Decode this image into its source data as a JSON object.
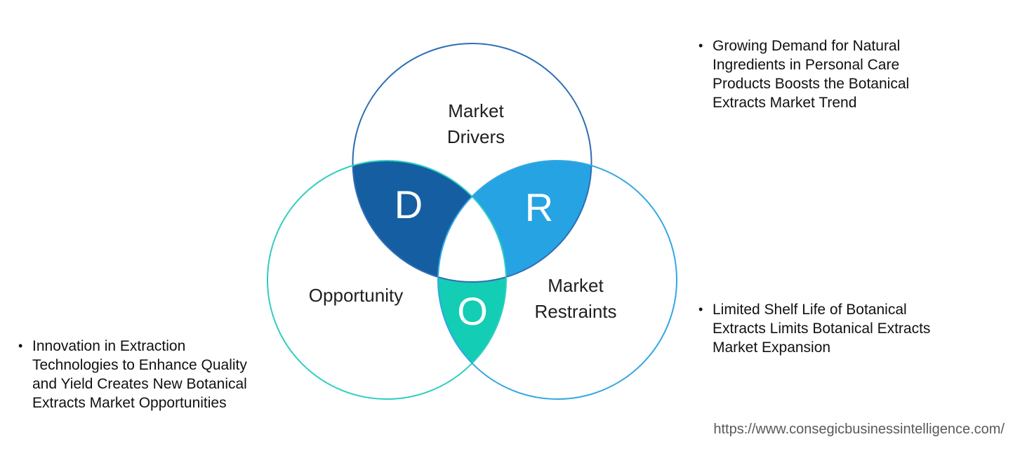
{
  "venn": {
    "colors": {
      "drivers_stroke": "#2F6DB4",
      "opportunity_stroke": "#2FCEC0",
      "restraints_stroke": "#33A7E3",
      "drivers_opportunity_fill": "#155EA2",
      "drivers_restraints_fill": "#25A3E3",
      "opportunity_restraints_fill": "#13CDB4",
      "center_fill": "#FFFFFF"
    },
    "circles": {
      "drivers_label": "Market Drivers",
      "opportunity_label": "Opportunity",
      "restraints_label": "Market Restraints"
    },
    "letters": {
      "d": "D",
      "r": "R",
      "o": "O"
    }
  },
  "bullets": {
    "marker": "•",
    "drivers": {
      "line1": "Growing Demand for Natural",
      "line2": "Ingredients in Personal Care",
      "line3": "Products Boosts the Botanical",
      "line4": "Extracts Market Trend"
    },
    "restraints": {
      "line1": "Limited Shelf Life of Botanical",
      "line2": "Extracts Limits Botanical Extracts",
      "line3": "Market Expansion"
    },
    "opportunity": {
      "line1": "Innovation in Extraction",
      "line2": "Technologies to Enhance Quality",
      "line3": "and Yield Creates New Botanical",
      "line4": "Extracts Market Opportunities"
    }
  },
  "footer": {
    "source_url": "https://www.consegicbusinessintelligence.com/"
  }
}
